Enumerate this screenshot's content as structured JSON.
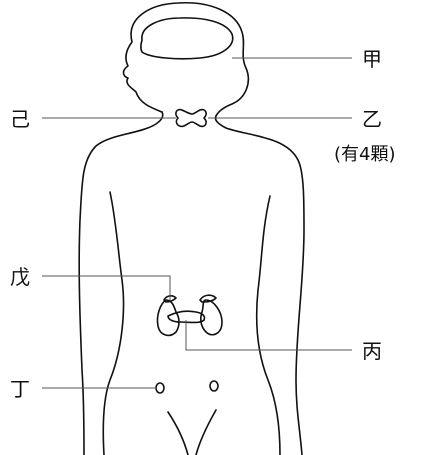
{
  "labels": {
    "jia": "甲",
    "yi": "乙",
    "yi_note": "(有4顆)",
    "bing": "丙",
    "ding": "丁",
    "wu": "戊",
    "ji": "己"
  },
  "colors": {
    "outline": "#111111",
    "leader": "#555555",
    "background": "#ffffff"
  }
}
